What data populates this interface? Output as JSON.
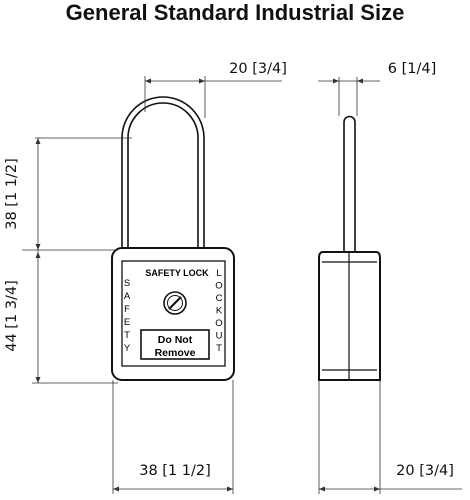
{
  "title": "General Standard Industrial Size",
  "dimensions": {
    "shackle_width": "20 [3/4]",
    "shackle_diameter": "6 [1/4]",
    "shackle_height": "38 [1 1/2]",
    "body_height": "44 [1 3/4]",
    "body_width": "38 [1 1/2]",
    "body_depth": "20 [3/4]"
  },
  "label": {
    "header": "SAFETY LOCK",
    "line1": "Do Not",
    "line2": "Remove",
    "left_vertical": [
      "S",
      "A",
      "F",
      "E",
      "T",
      "Y"
    ],
    "right_vertical": [
      "L",
      "O",
      "C",
      "K",
      "O",
      "U",
      "T"
    ]
  }
}
